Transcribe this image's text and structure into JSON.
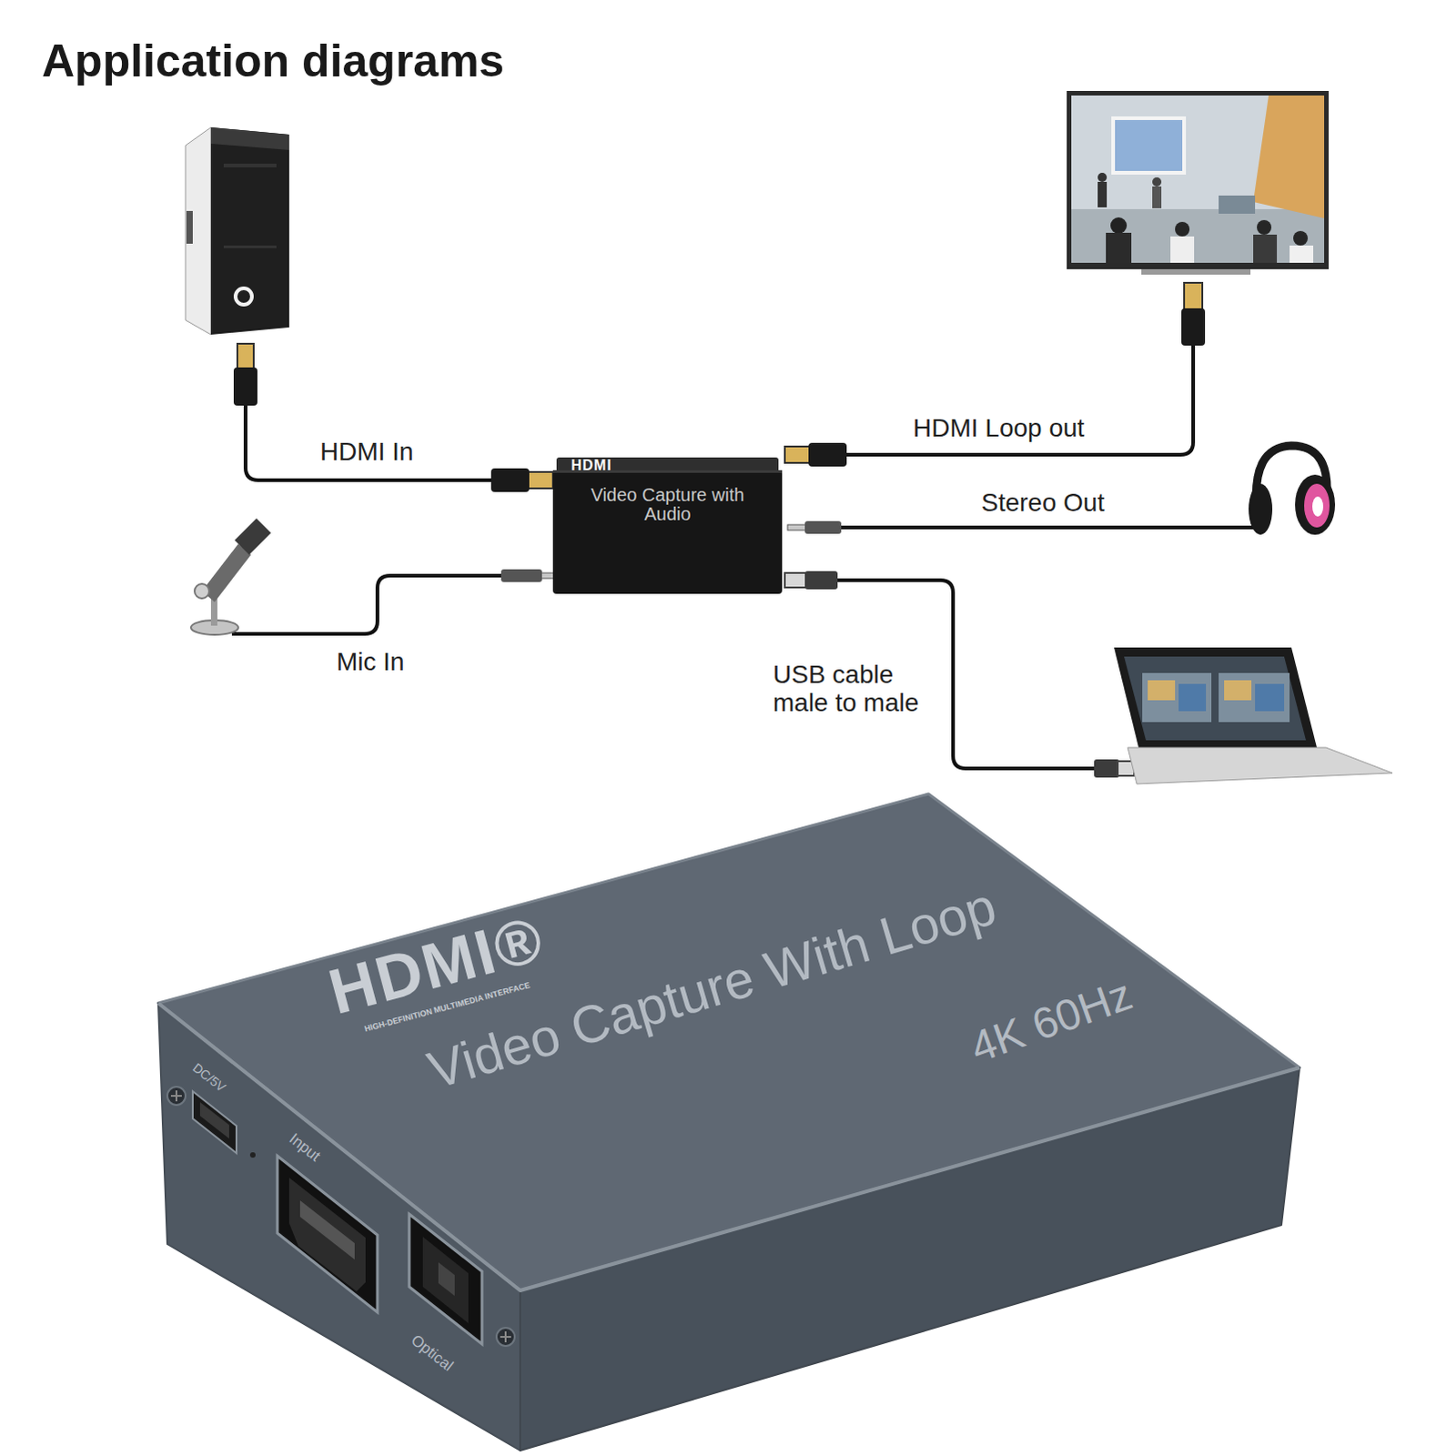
{
  "diagram": {
    "title": "Application diagrams",
    "nodes": [
      {
        "text": [
          "HDMI",
          "Video Capture with Audio"
        ]
      },
      {
        "text": [
          "HDMI®",
          "HIGH-DEFINITION MULTIMEDIA INTERFACE",
          "Video Capture With Loop",
          "4K 60Hz",
          "DC/5V",
          "Input",
          "Optical"
        ]
      }
    ],
    "labels": [
      "HDMI In",
      "HDMI Loop out",
      "Stereo Out",
      "Mic In",
      "USB cable male to male"
    ]
  }
}
